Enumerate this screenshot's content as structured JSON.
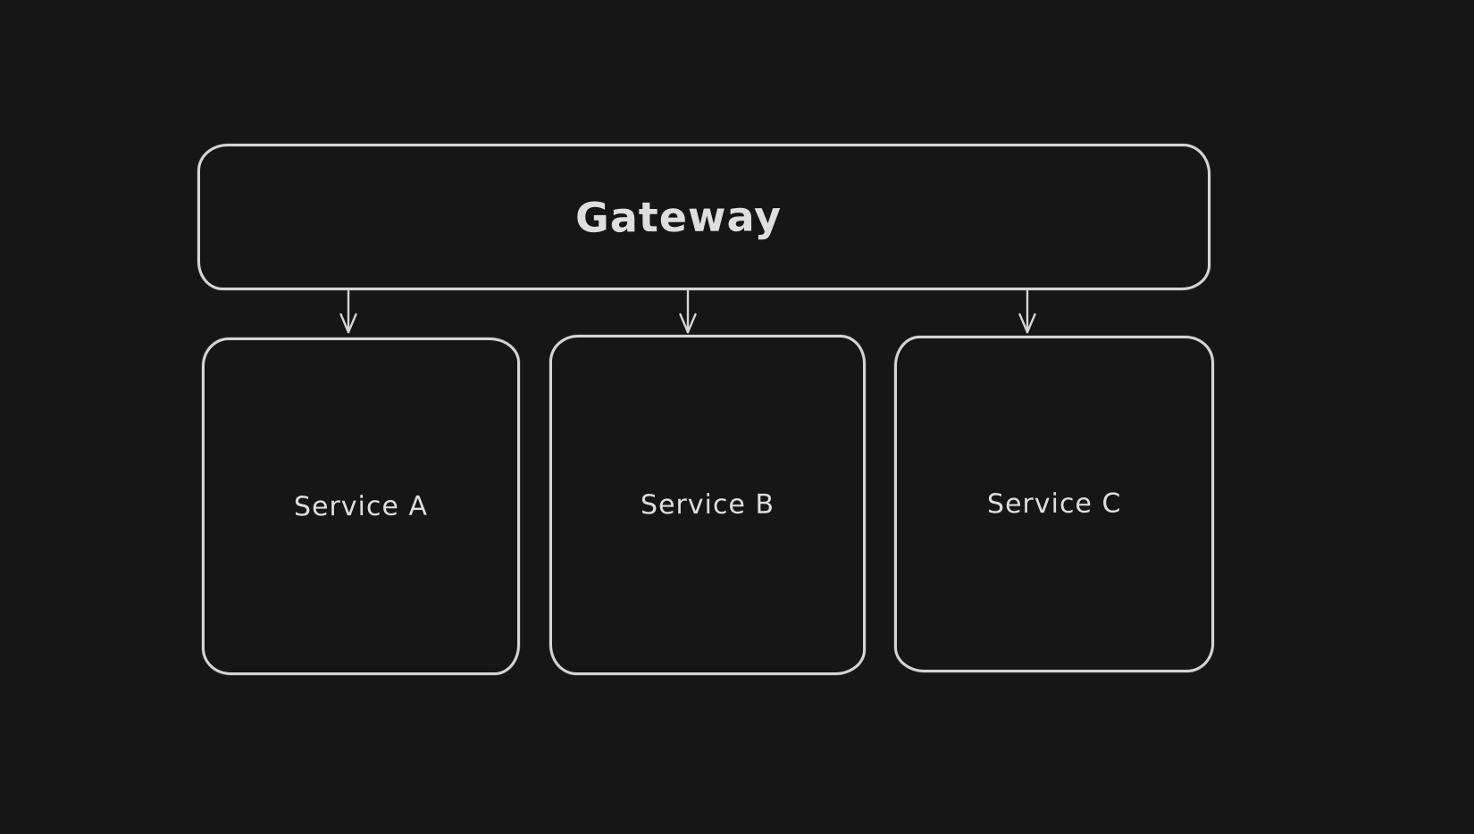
{
  "canvas": {
    "background": "#161616",
    "stroke_color": "#d5d5d5",
    "text_color": "#dedede"
  },
  "nodes": {
    "gateway": {
      "label": "Gateway"
    },
    "service_a": {
      "label": "Service A"
    },
    "service_b": {
      "label": "Service B"
    },
    "service_c": {
      "label": "Service C"
    }
  },
  "arrows": [
    {
      "name": "gateway-to-service-a"
    },
    {
      "name": "gateway-to-service-b"
    },
    {
      "name": "gateway-to-service-c"
    }
  ]
}
